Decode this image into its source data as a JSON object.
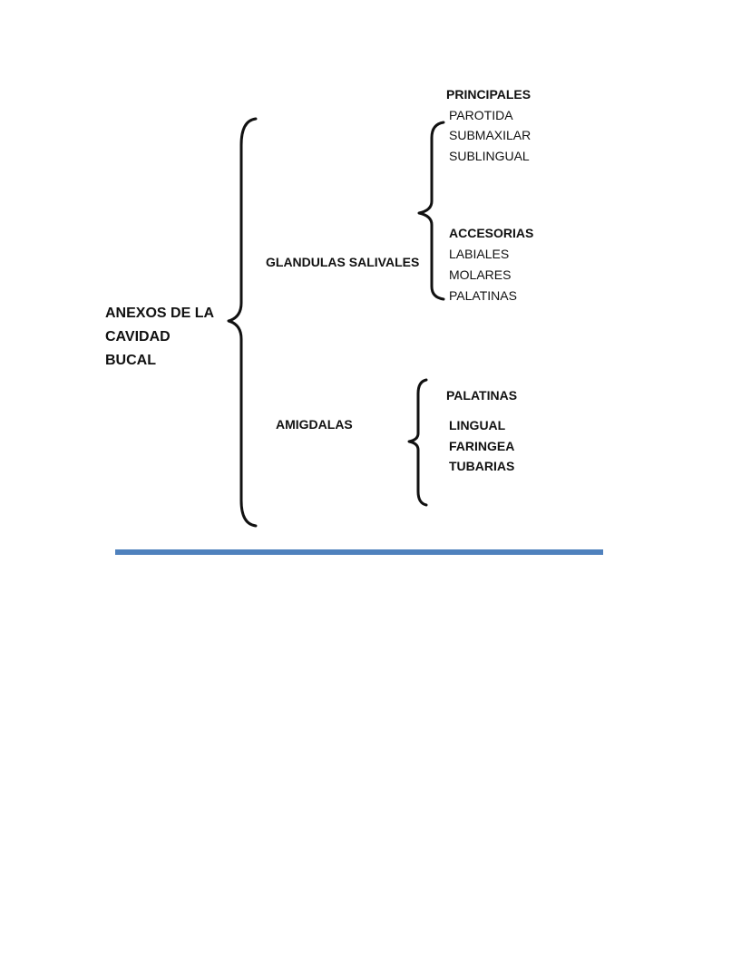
{
  "root": {
    "lines": [
      "ANEXOS DE LA",
      "CAVIDAD",
      "BUCAL"
    ]
  },
  "glandulas": {
    "label": "GLANDULAS SALIVALES",
    "principales": {
      "label": "PRINCIPALES",
      "items": [
        "PAROTIDA",
        "SUBMAXILAR",
        "SUBLINGUAL"
      ]
    },
    "accesorias": {
      "label": "ACCESORIAS",
      "items": [
        "LABIALES",
        "MOLARES",
        "PALATINAS"
      ]
    }
  },
  "amigdalas": {
    "label": "AMIGDALAS",
    "items": [
      "PALATINAS",
      "LINGUAL",
      "FARINGEA",
      "TUBARIAS"
    ]
  },
  "colors": {
    "text": "#111111",
    "brace": "#111111",
    "rule": "#4f81bd"
  }
}
